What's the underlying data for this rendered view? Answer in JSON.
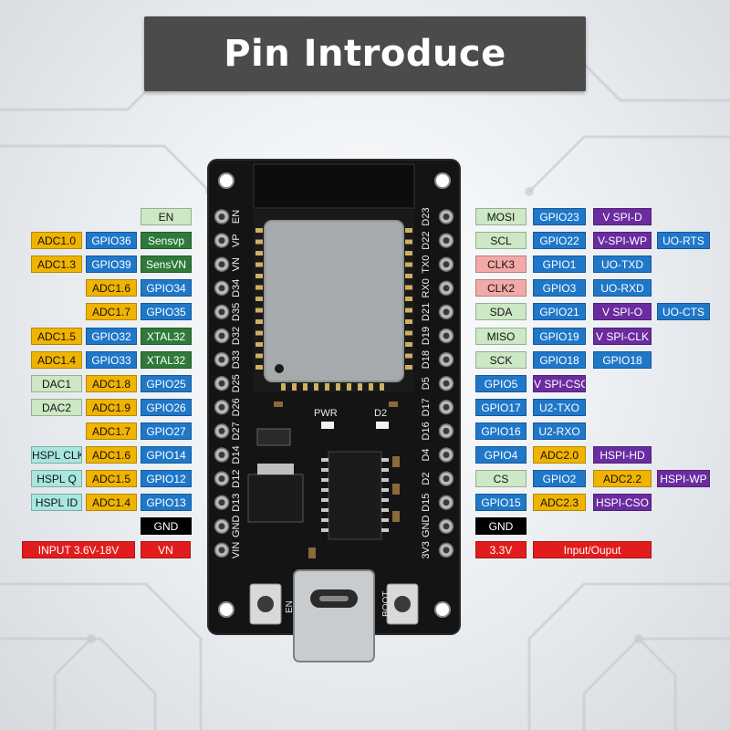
{
  "title": "Pin Introduce",
  "colors": {
    "yellow": "#f0b400",
    "blue": "#1f77c8",
    "green": "#2f7a3a",
    "lightgreen": "#cde8c4",
    "purple": "#6a2ca0",
    "pink": "#f4a9a9",
    "teal": "#a8e6e0",
    "black": "#000000",
    "red": "#e21c1c"
  },
  "left_rows": [
    [
      {
        "t": "EN",
        "c": "lgreen"
      }
    ],
    [
      {
        "t": "ADC1.0",
        "c": "yellow"
      },
      {
        "t": "GPIO36",
        "c": "blue"
      },
      {
        "t": "Sensvp",
        "c": "green"
      }
    ],
    [
      {
        "t": "ADC1.3",
        "c": "yellow"
      },
      {
        "t": "GPIO39",
        "c": "blue"
      },
      {
        "t": "SensVN",
        "c": "green"
      }
    ],
    [
      {
        "t": "ADC1.6",
        "c": "yellow"
      },
      {
        "t": "GPIO34",
        "c": "blue"
      }
    ],
    [
      {
        "t": "ADC1.7",
        "c": "yellow"
      },
      {
        "t": "GPIO35",
        "c": "blue"
      }
    ],
    [
      {
        "t": "ADC1.5",
        "c": "yellow"
      },
      {
        "t": "GPIO32",
        "c": "blue"
      },
      {
        "t": "XTAL32",
        "c": "green"
      }
    ],
    [
      {
        "t": "ADC1.4",
        "c": "yellow"
      },
      {
        "t": "GPIO33",
        "c": "blue"
      },
      {
        "t": "XTAL32",
        "c": "green"
      }
    ],
    [
      {
        "t": "DAC1",
        "c": "lgreen"
      },
      {
        "t": "ADC1.8",
        "c": "yellow"
      },
      {
        "t": "GPIO25",
        "c": "blue"
      }
    ],
    [
      {
        "t": "DAC2",
        "c": "lgreen"
      },
      {
        "t": "ADC1.9",
        "c": "yellow"
      },
      {
        "t": "GPIO26",
        "c": "blue"
      }
    ],
    [
      {
        "t": "ADC1.7",
        "c": "yellow"
      },
      {
        "t": "GPIO27",
        "c": "blue"
      }
    ],
    [
      {
        "t": "HSPL CLK",
        "c": "teal"
      },
      {
        "t": "ADC1.6",
        "c": "yellow"
      },
      {
        "t": "GPIO14",
        "c": "blue"
      }
    ],
    [
      {
        "t": "HSPL Q",
        "c": "teal"
      },
      {
        "t": "ADC1.5",
        "c": "yellow"
      },
      {
        "t": "GPIO12",
        "c": "blue"
      }
    ],
    [
      {
        "t": "HSPL ID",
        "c": "teal"
      },
      {
        "t": "ADC1.4",
        "c": "yellow"
      },
      {
        "t": "GPIO13",
        "c": "blue"
      }
    ],
    [
      {
        "t": "GND",
        "c": "black"
      }
    ],
    [
      {
        "t": "INPUT 3.6V-18V",
        "c": "red"
      },
      {
        "t": "VN",
        "c": "red"
      }
    ]
  ],
  "right_rows": [
    [
      {
        "t": "MOSI",
        "c": "lgreen"
      },
      {
        "t": "GPIO23",
        "c": "blue"
      },
      {
        "t": "V SPI-D",
        "c": "purple"
      }
    ],
    [
      {
        "t": "SCL",
        "c": "lgreen"
      },
      {
        "t": "GPIO22",
        "c": "blue"
      },
      {
        "t": "V-SPI-WP",
        "c": "purple"
      },
      {
        "t": "UO-RTS",
        "c": "blue"
      }
    ],
    [
      {
        "t": "CLK3",
        "c": "pink"
      },
      {
        "t": "GPIO1",
        "c": "blue"
      },
      {
        "t": "UO-TXD",
        "c": "blue"
      }
    ],
    [
      {
        "t": "CLK2",
        "c": "pink"
      },
      {
        "t": "GPIO3",
        "c": "blue"
      },
      {
        "t": "UO-RXD",
        "c": "blue"
      }
    ],
    [
      {
        "t": "SDA",
        "c": "lgreen"
      },
      {
        "t": "GPIO21",
        "c": "blue"
      },
      {
        "t": "V SPI-O",
        "c": "purple"
      },
      {
        "t": "UO-CTS",
        "c": "blue"
      }
    ],
    [
      {
        "t": "MISO",
        "c": "lgreen"
      },
      {
        "t": "GPIO19",
        "c": "blue"
      },
      {
        "t": "V SPI-CLK",
        "c": "purple"
      }
    ],
    [
      {
        "t": "SCK",
        "c": "lgreen"
      },
      {
        "t": "GPIO18",
        "c": "blue"
      },
      {
        "t": "GPIO18",
        "c": "blue"
      }
    ],
    [
      {
        "t": "GPIO5",
        "c": "blue"
      },
      {
        "t": "V SPI-CSO",
        "c": "purple"
      }
    ],
    [
      {
        "t": "GPIO17",
        "c": "blue"
      },
      {
        "t": "U2-TXO",
        "c": "blue"
      }
    ],
    [
      {
        "t": "GPIO16",
        "c": "blue"
      },
      {
        "t": "U2-RXO",
        "c": "blue"
      }
    ],
    [
      {
        "t": "GPIO4",
        "c": "blue"
      },
      {
        "t": "ADC2.0",
        "c": "yellow"
      },
      {
        "t": "HSPI-HD",
        "c": "purple"
      }
    ],
    [
      {
        "t": "CS",
        "c": "lgreen"
      },
      {
        "t": "GPIO2",
        "c": "blue"
      },
      {
        "t": "ADC2.2",
        "c": "yellow"
      },
      {
        "t": "HSPI-WP",
        "c": "purple"
      }
    ],
    [
      {
        "t": "GPIO15",
        "c": "blue"
      },
      {
        "t": "ADC2.3",
        "c": "yellow"
      },
      {
        "t": "HSPI-CSO",
        "c": "purple"
      }
    ],
    [
      {
        "t": "GND",
        "c": "black"
      }
    ],
    [
      {
        "t": "3.3V",
        "c": "red"
      },
      {
        "t": "Input/Ouput",
        "c": "red"
      }
    ]
  ],
  "board": {
    "left_pin_labels": [
      "EN",
      "VP",
      "VN",
      "D34",
      "D35",
      "D32",
      "D33",
      "D25",
      "D26",
      "D27",
      "D14",
      "D12",
      "D13",
      "GND",
      "VIN"
    ],
    "right_pin_labels": [
      "D23",
      "D22",
      "TX0",
      "RX0",
      "D21",
      "D19",
      "D18",
      "D5",
      "D17",
      "D16",
      "D4",
      "D2",
      "D15",
      "GND",
      "3V3"
    ],
    "leds": [
      "PWR",
      "D2"
    ],
    "buttons": [
      "EN",
      "BOOT"
    ]
  }
}
